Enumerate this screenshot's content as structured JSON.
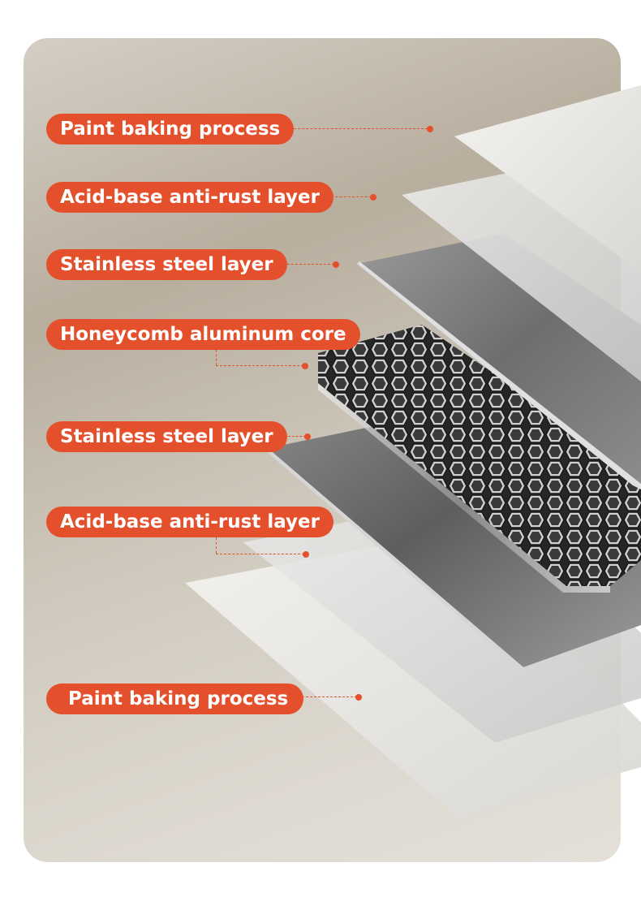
{
  "accent_color": "#e5502c",
  "layers": [
    {
      "label": "Paint baking process"
    },
    {
      "label": "Acid-base anti-rust layer"
    },
    {
      "label": "Stainless steel layer"
    },
    {
      "label": "Honeycomb aluminum core"
    },
    {
      "label": "Stainless steel layer"
    },
    {
      "label": "Acid-base anti-rust layer"
    },
    {
      "label": "Paint baking process"
    }
  ]
}
